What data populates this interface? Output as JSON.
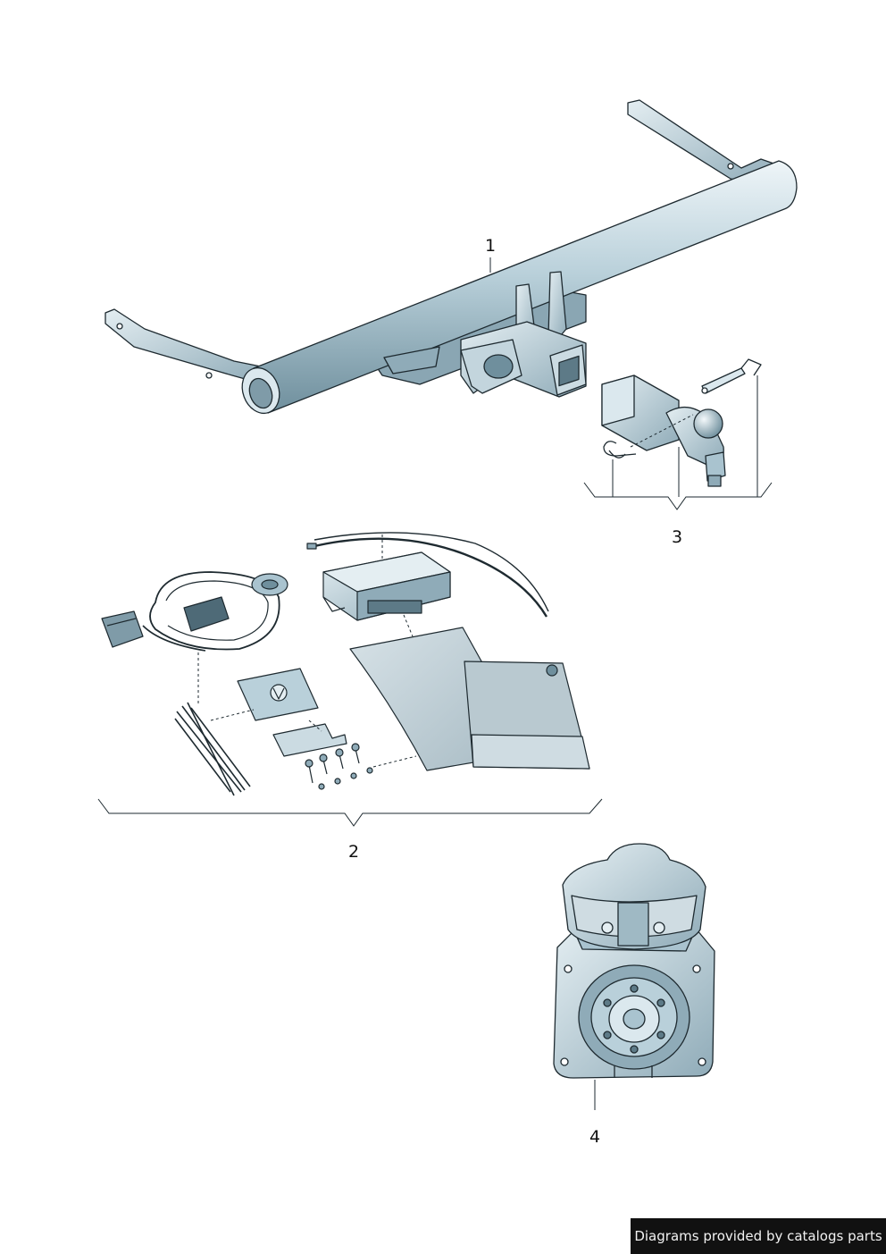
{
  "callouts": {
    "part1": "1",
    "part2": "2",
    "part3": "3",
    "part4": "4"
  },
  "footer": {
    "credit_text": "Diagrams provided by catalogs parts"
  },
  "colors": {
    "metal_light": "#dbe8ee",
    "metal_mid": "#a9c3cf",
    "metal_dark": "#6f8f9d",
    "outline": "#1e2a30",
    "paper": "#c9d6dc",
    "credit_bg": "#111111"
  }
}
